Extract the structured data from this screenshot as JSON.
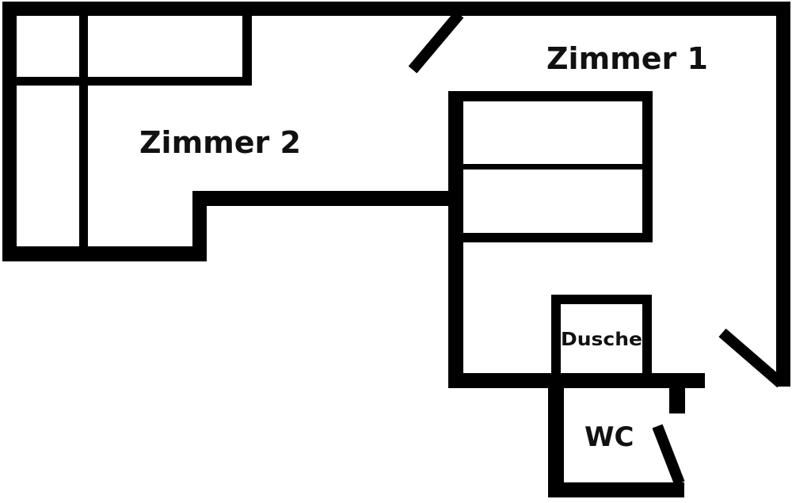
{
  "diagram": {
    "type": "floor-plan",
    "rooms": [
      {
        "id": "zimmer1",
        "label": "Zimmer 1"
      },
      {
        "id": "zimmer2",
        "label": "Zimmer 2"
      },
      {
        "id": "dusche",
        "label": "Dusche"
      },
      {
        "id": "wc",
        "label": "WC"
      }
    ],
    "colors": {
      "wall": "#000000",
      "background": "#ffffff"
    }
  }
}
